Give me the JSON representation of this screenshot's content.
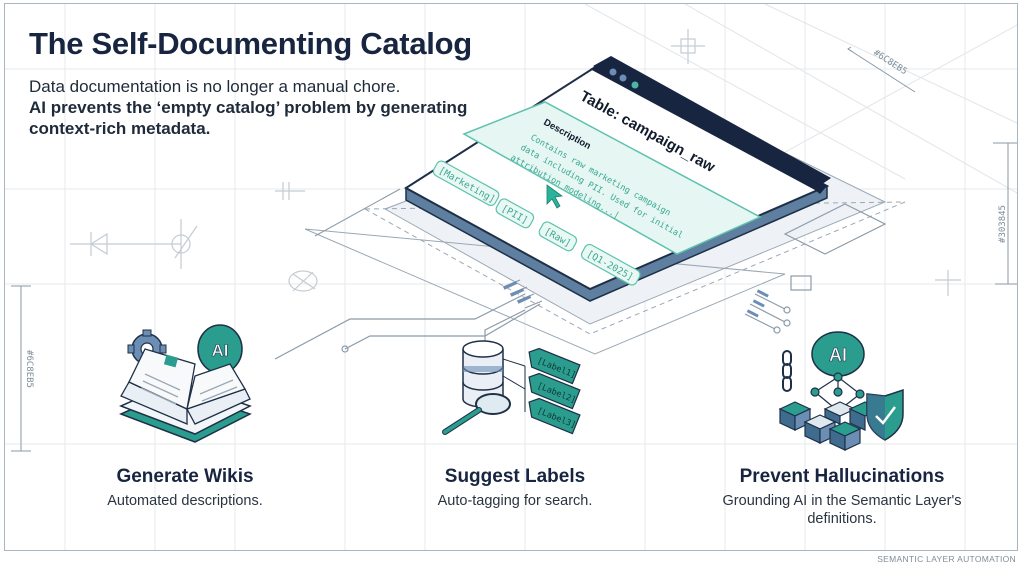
{
  "header": {
    "title": "The Self-Documenting Catalog",
    "subtitle_line1": "Data documentation is no longer a manual chore.",
    "subtitle_line2": "AI prevents the ‘empty catalog’ problem by generating context-rich metadata."
  },
  "catalog_window": {
    "table_title": "Table: campaign_raw",
    "description_label": "Description",
    "description_lines": [
      "Contains raw marketing campaign",
      "data including PII. Used for initial",
      "attribution modeling...|"
    ],
    "tags": [
      "[Marketing]",
      "[PII]",
      "[Raw]",
      "[Q1-2025]"
    ]
  },
  "annotations": {
    "top_right": "#6C8EB5",
    "right_vertical": "#303845",
    "left_vertical": "#6C8EB5"
  },
  "features": [
    {
      "icon": "book-gear-ai-brain-icon",
      "badge": "AI",
      "title": "Generate Wikis",
      "description": "Automated descriptions."
    },
    {
      "icon": "database-magnifier-labels-icon",
      "labels": [
        "[Label1]",
        "[Label2]",
        "[Label3]"
      ],
      "title": "Suggest Labels",
      "description": "Auto-tagging for search."
    },
    {
      "icon": "ai-brain-graph-shield-icon",
      "badge": "AI",
      "title": "Prevent Hallucinations",
      "description": "Grounding AI in the Semantic Layer's definitions."
    }
  ],
  "footer": {
    "label": "SEMANTIC LAYER AUTOMATION"
  },
  "colors": {
    "navy": "#172540",
    "teal": "#2a9d8f",
    "mint": "#6fd3bd",
    "steel": "#6C8EB5",
    "slate": "#303845",
    "grid": "#e3e8ec"
  }
}
